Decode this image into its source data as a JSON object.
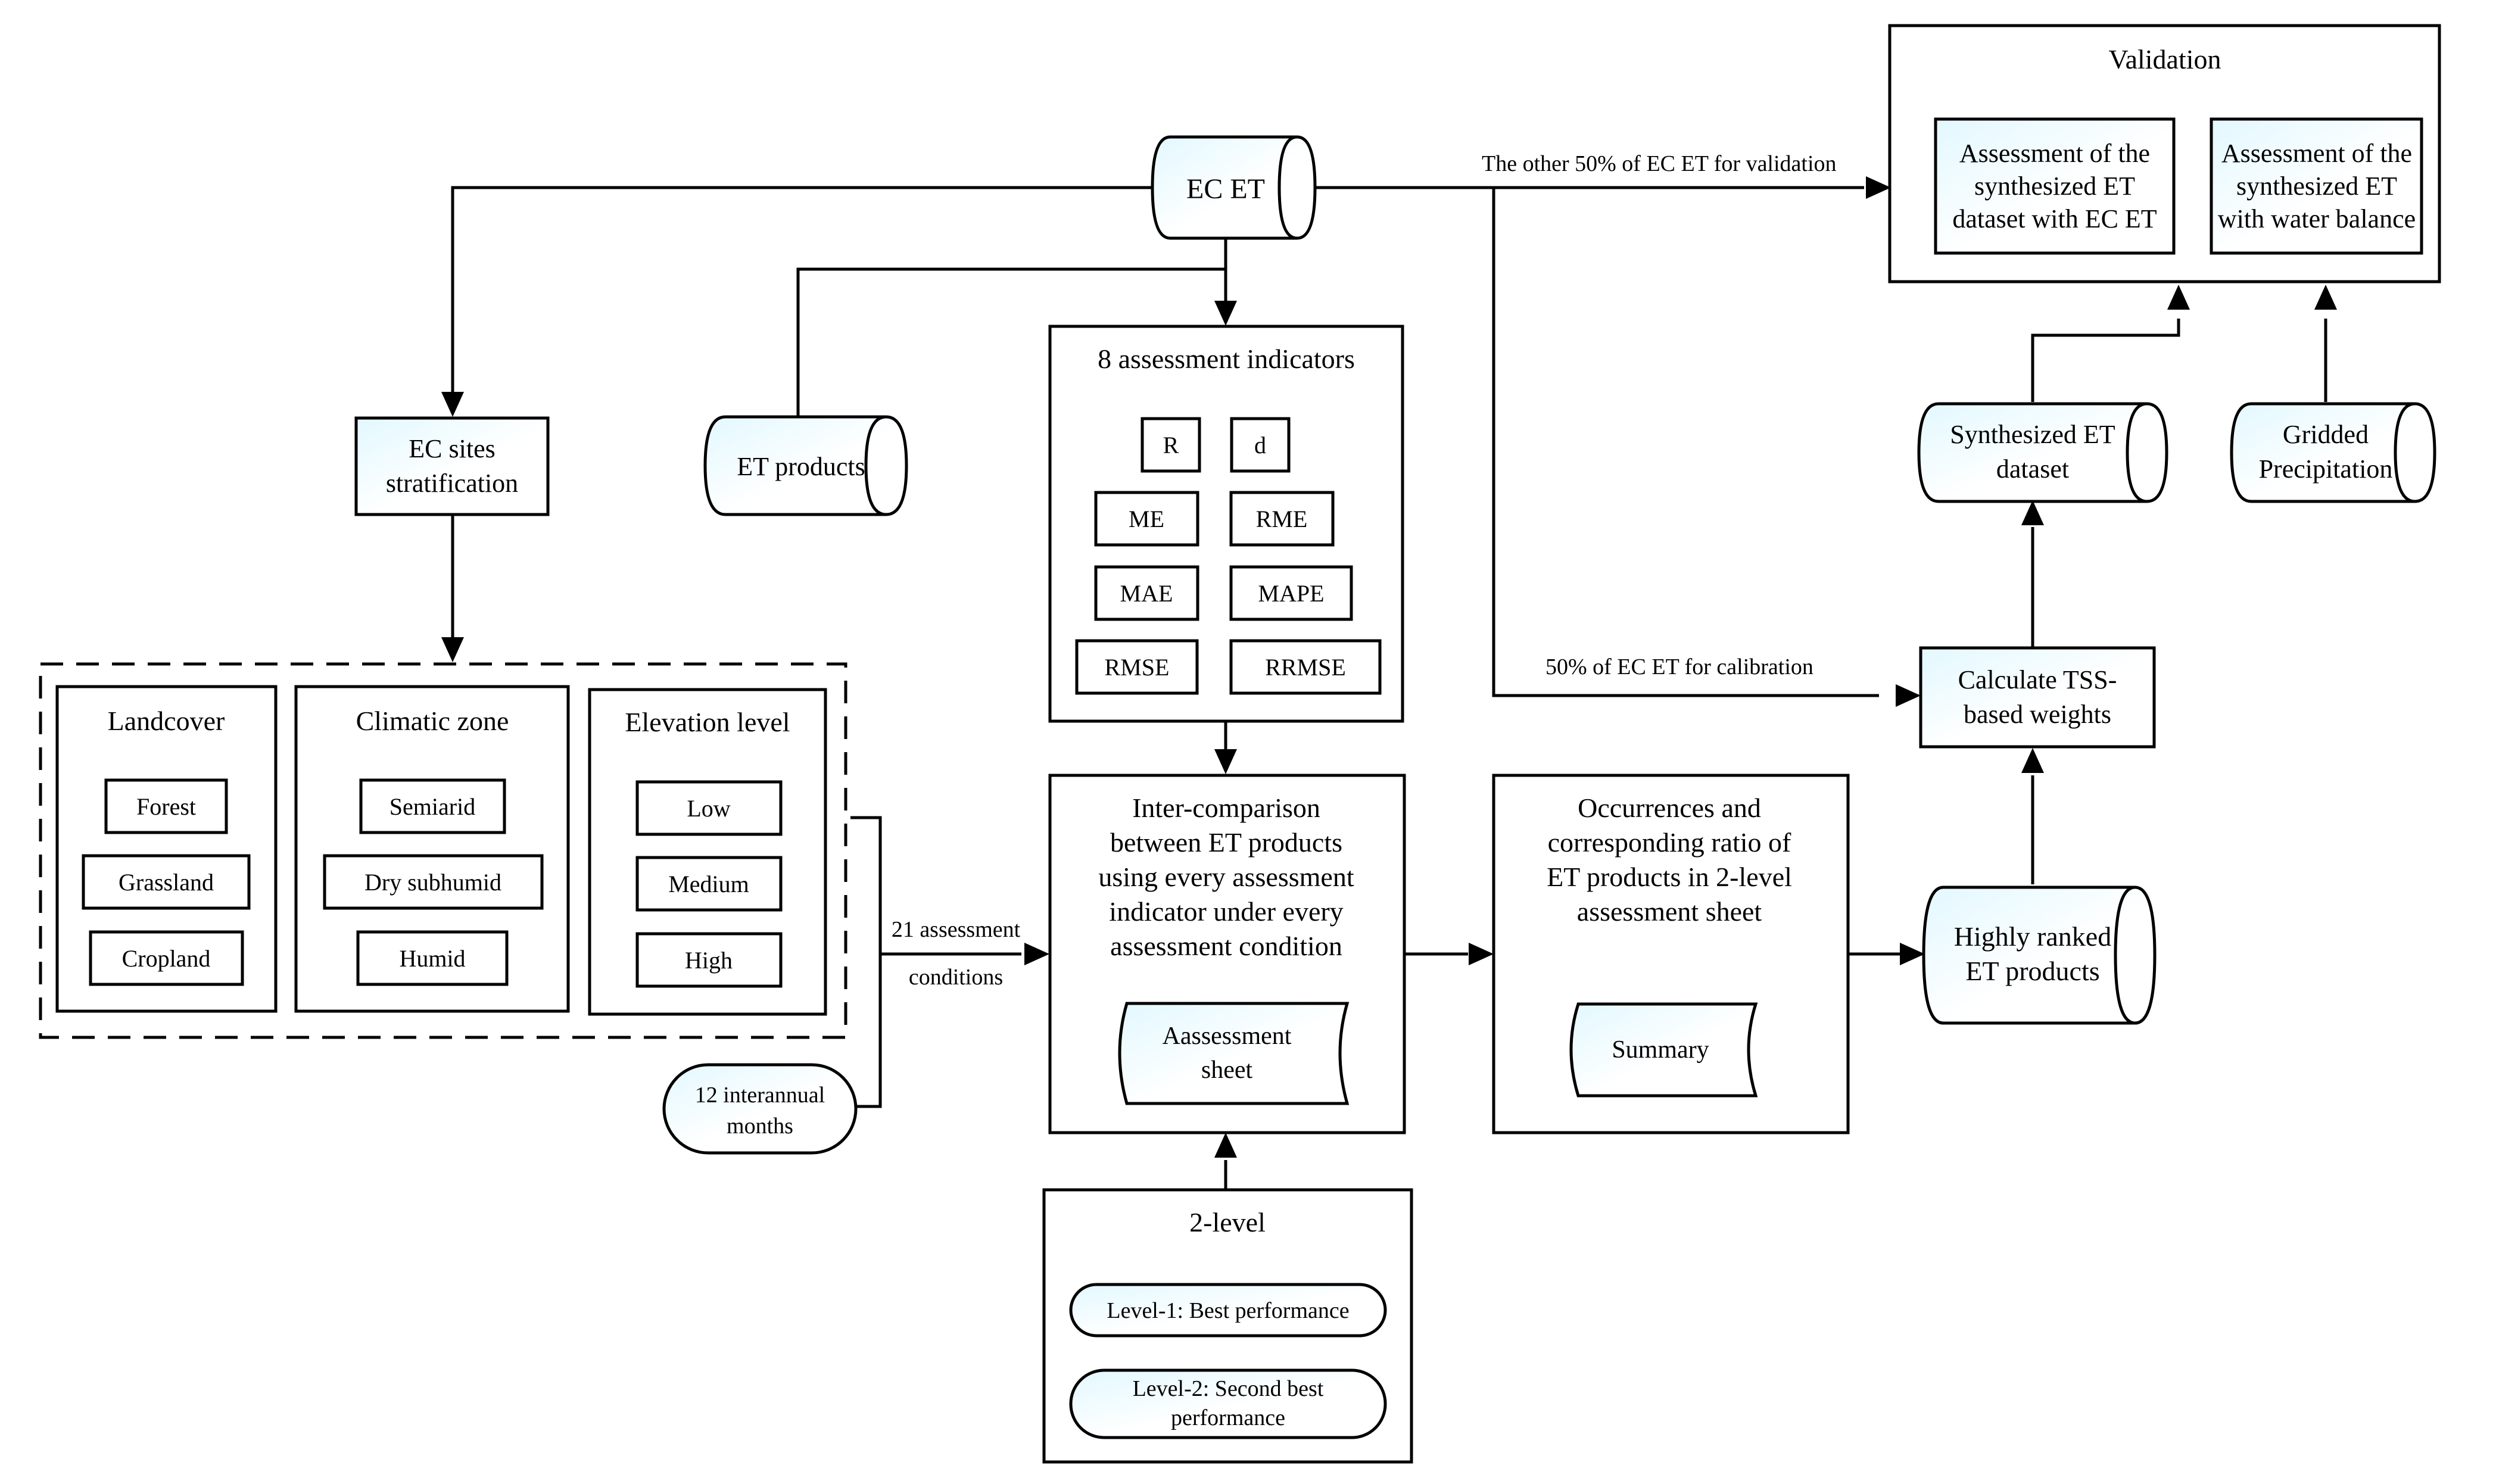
{
  "ec_et": "EC ET",
  "et_products": "ET products",
  "ec_sites": {
    "line1": "EC sites",
    "line2": "stratification"
  },
  "landcover": {
    "title": "Landcover",
    "items": [
      "Forest",
      "Grassland",
      "Cropland"
    ]
  },
  "climatic_zone": {
    "title": "Climatic zone",
    "items": [
      "Semiarid",
      "Dry subhumid",
      "Humid"
    ]
  },
  "elevation": {
    "title": "Elevation level",
    "items": [
      "Low",
      "Medium",
      "High"
    ]
  },
  "conditions_label": {
    "line1": "21 assessment",
    "line2": "conditions"
  },
  "interannual": {
    "line1": "12 interannual",
    "line2": "months"
  },
  "indicators": {
    "title": "8 assessment indicators",
    "items": [
      "R",
      "d",
      "ME",
      "RME",
      "MAE",
      "MAPE",
      "RMSE",
      "RRMSE"
    ]
  },
  "intercomparison": {
    "lines": [
      "Inter-comparison",
      "between ET products",
      "using every assessment",
      "indicator under every",
      "assessment condition"
    ],
    "sheet": {
      "line1": "Aassessment",
      "line2": "sheet"
    }
  },
  "two_level": {
    "title": "2-level",
    "level1": "Level-1: Best performance",
    "level2_line1": "Level-2: Second best",
    "level2_line2": "performance"
  },
  "occurrences": {
    "lines": [
      "Occurrences and",
      "corresponding ratio of",
      "ET products in 2-level",
      "assessment sheet"
    ],
    "summary": "Summary"
  },
  "highly_ranked": {
    "line1": "Highly ranked",
    "line2": "ET products"
  },
  "tss": {
    "line1": "Calculate TSS-",
    "line2": "based weights"
  },
  "synth_dataset": {
    "line1": "Synthesized ET",
    "line2": "dataset"
  },
  "gridded": {
    "line1": "Gridded",
    "line2": "Precipitation"
  },
  "validation": {
    "title": "Validation",
    "ec": [
      "Assessment of the",
      "synthesized ET",
      "dataset with EC ET"
    ],
    "wb": [
      "Assessment of the",
      "synthesized ET",
      "with water balance"
    ]
  },
  "label_validation": "The other 50% of EC ET for validation",
  "label_calibration": "50% of EC ET for calibration",
  "colors": {
    "gradient_start": "#e2f8ff",
    "gradient_end": "#ffffff",
    "stroke": "#000000"
  }
}
